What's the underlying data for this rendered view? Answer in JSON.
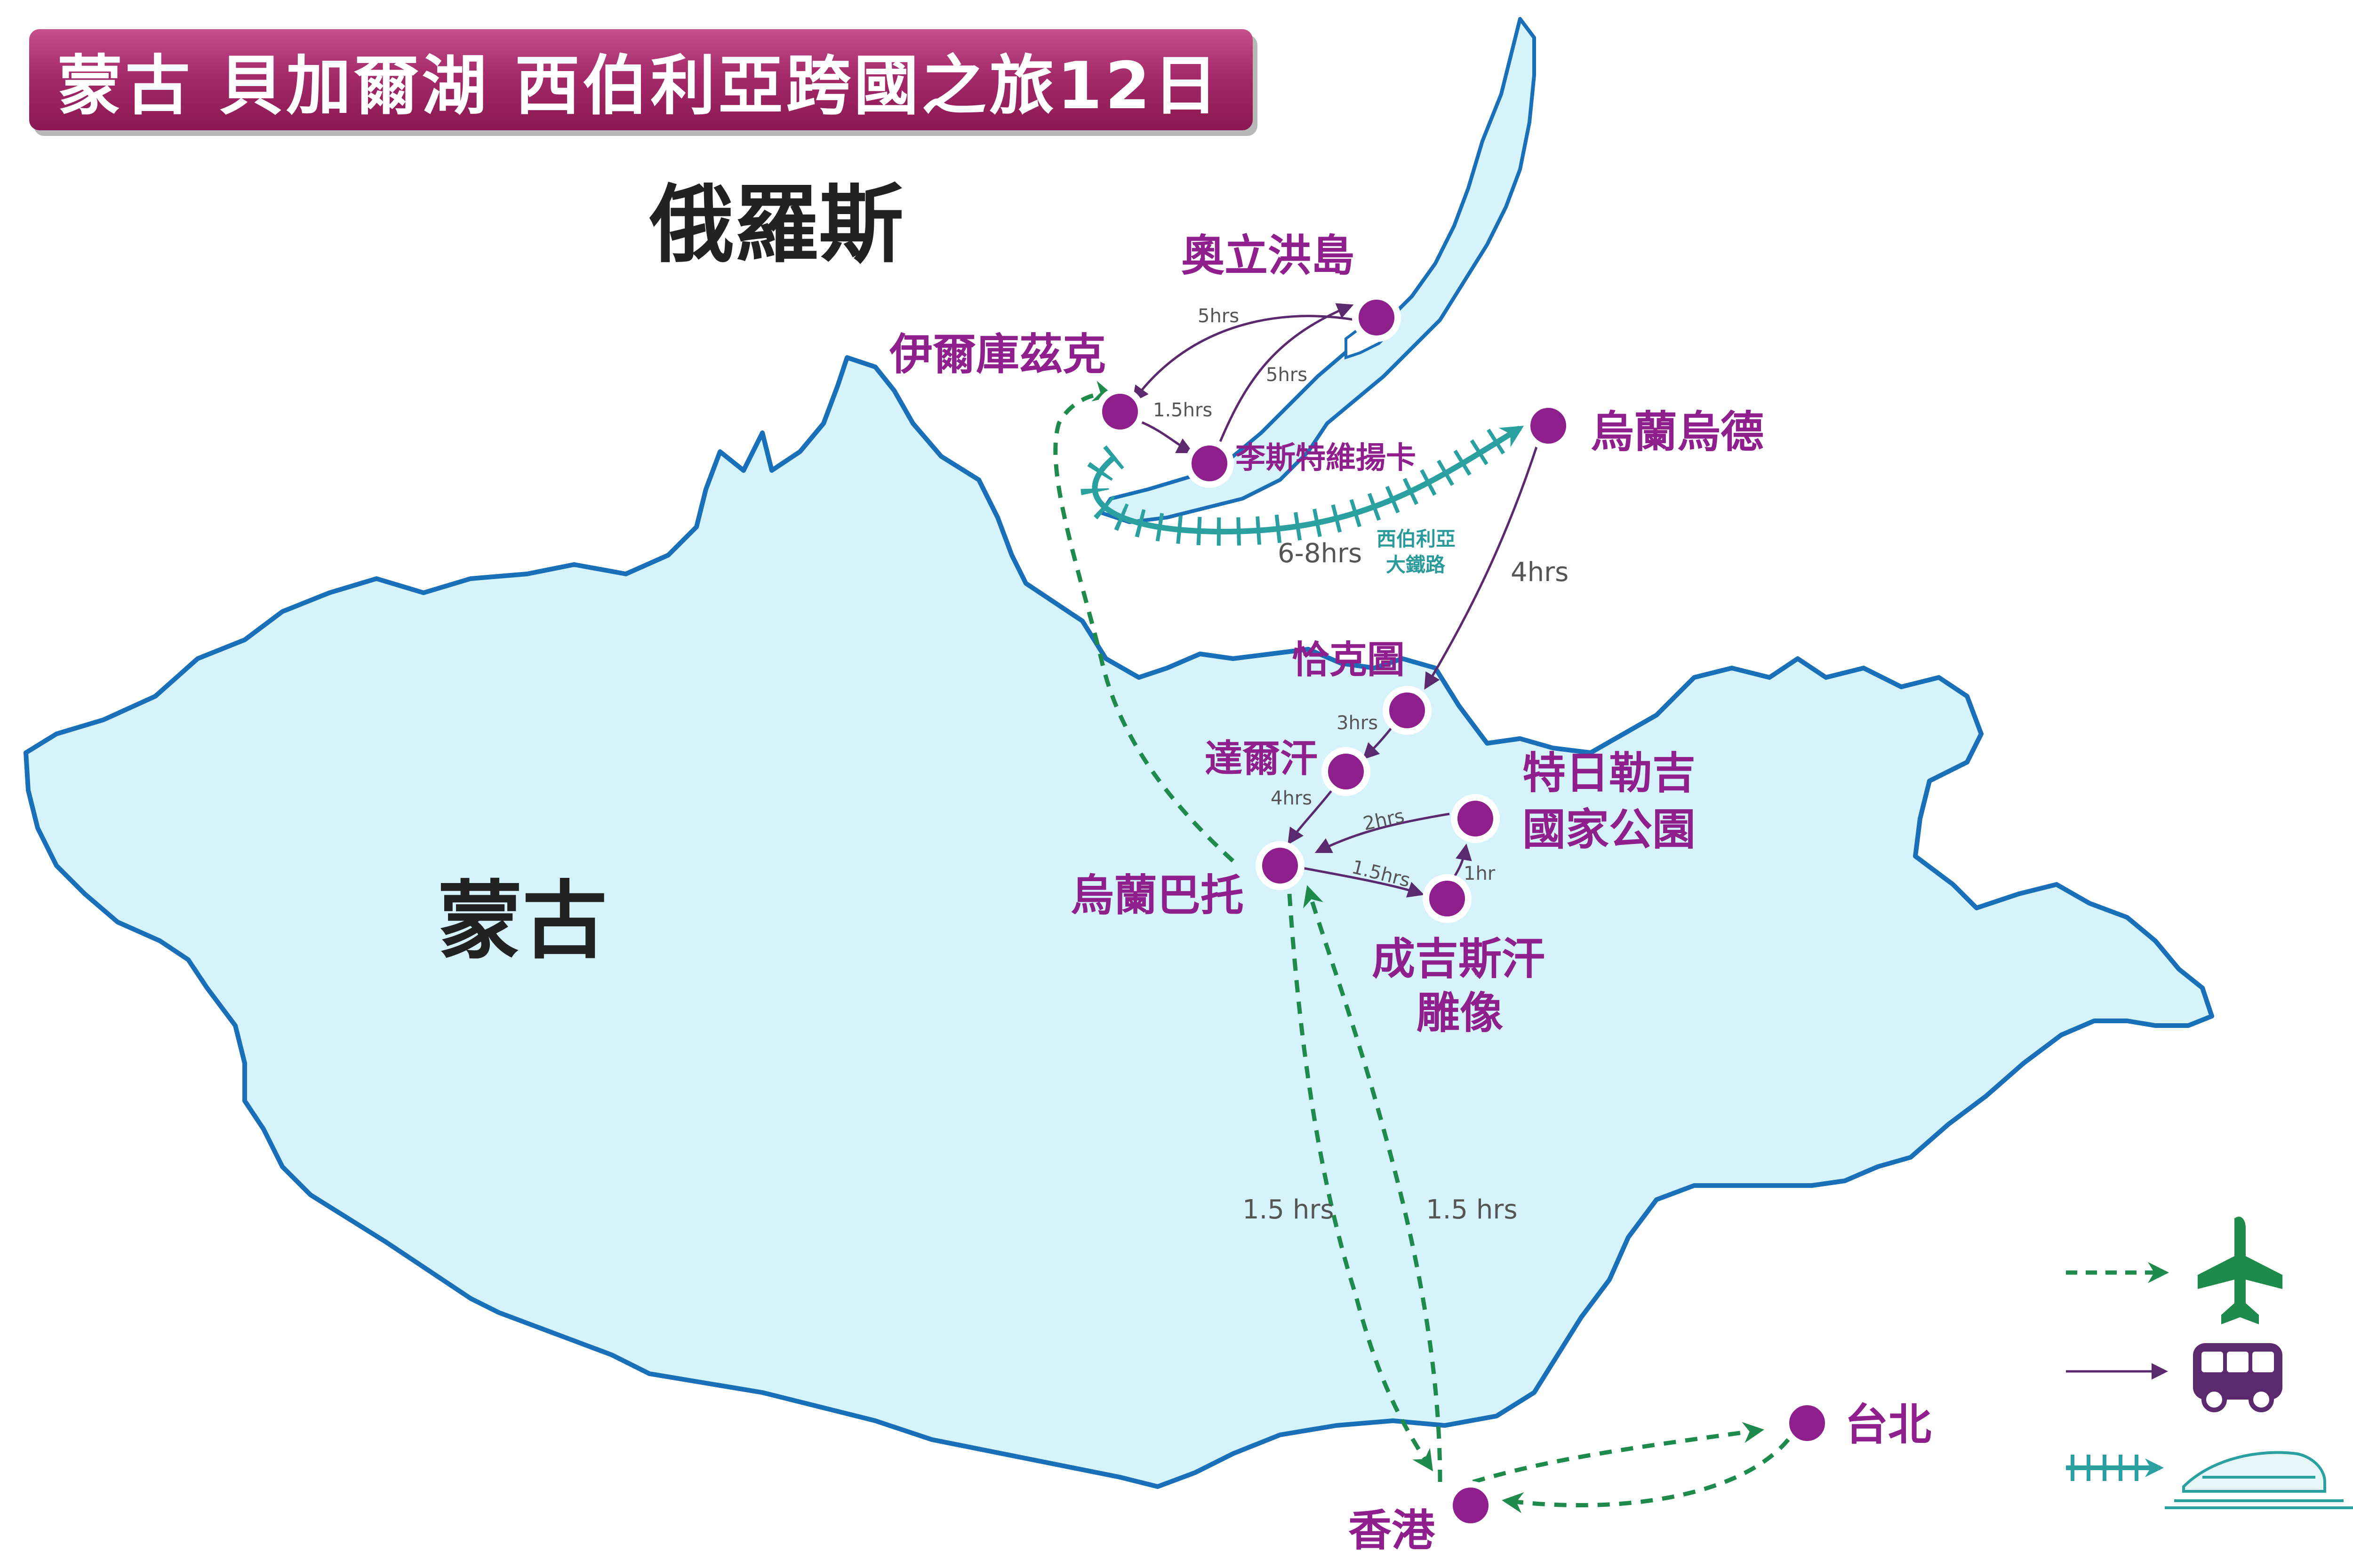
{
  "title": "蒙古 貝加爾湖 西伯利亞跨國之旅12日",
  "colors": {
    "land": "#d6f3fb",
    "border": "#1a70b8",
    "lake": "#d6f3fb",
    "city": "#8e1f8c",
    "city_label": "#8e1f8c",
    "country_label": "#222222",
    "flight": "#1e8a4c",
    "bus": "#5b2a6e",
    "rail": "#2aa0a0",
    "time_label": "#555555",
    "banner": "#a52a6a"
  },
  "countries": {
    "russia": "俄羅斯",
    "mongolia": "蒙古"
  },
  "cities": {
    "olkhon": "奧立洪島",
    "irkutsk": "伊爾庫茲克",
    "listvyanka": "李斯特維揚卡",
    "ulan_ude": "烏蘭烏德",
    "kyakhta": "恰克圖",
    "darkhan": "達爾汗",
    "terelj_1": "特日勒吉",
    "terelj_2": "國家公園",
    "ulaanbaatar": "烏蘭巴托",
    "chinggis_1": "成吉斯汗",
    "chinggis_2": "雕像",
    "taipei": "台北",
    "hong_kong": "香港"
  },
  "route_labels": {
    "irk_olk": "5hrs",
    "lis_olk": "5hrs",
    "irk_lis": "1.5hrs",
    "rail_time": "6-8hrs",
    "rail_name_1": "西伯利亞",
    "rail_name_2": "大鐵路",
    "ude_kya": "4hrs",
    "kya_dar": "3hrs",
    "dar_ub": "4hrs",
    "ter_ub": "2hrs",
    "ub_chg": "1.5hrs",
    "chg_ter": "1hr",
    "hk_ub": "1.5 hrs",
    "ub_hk": "1.5 hrs"
  },
  "legend": [
    {
      "mode": "flight",
      "icon": "airplane-icon"
    },
    {
      "mode": "bus",
      "icon": "bus-icon"
    },
    {
      "mode": "rail",
      "icon": "train-icon"
    }
  ]
}
